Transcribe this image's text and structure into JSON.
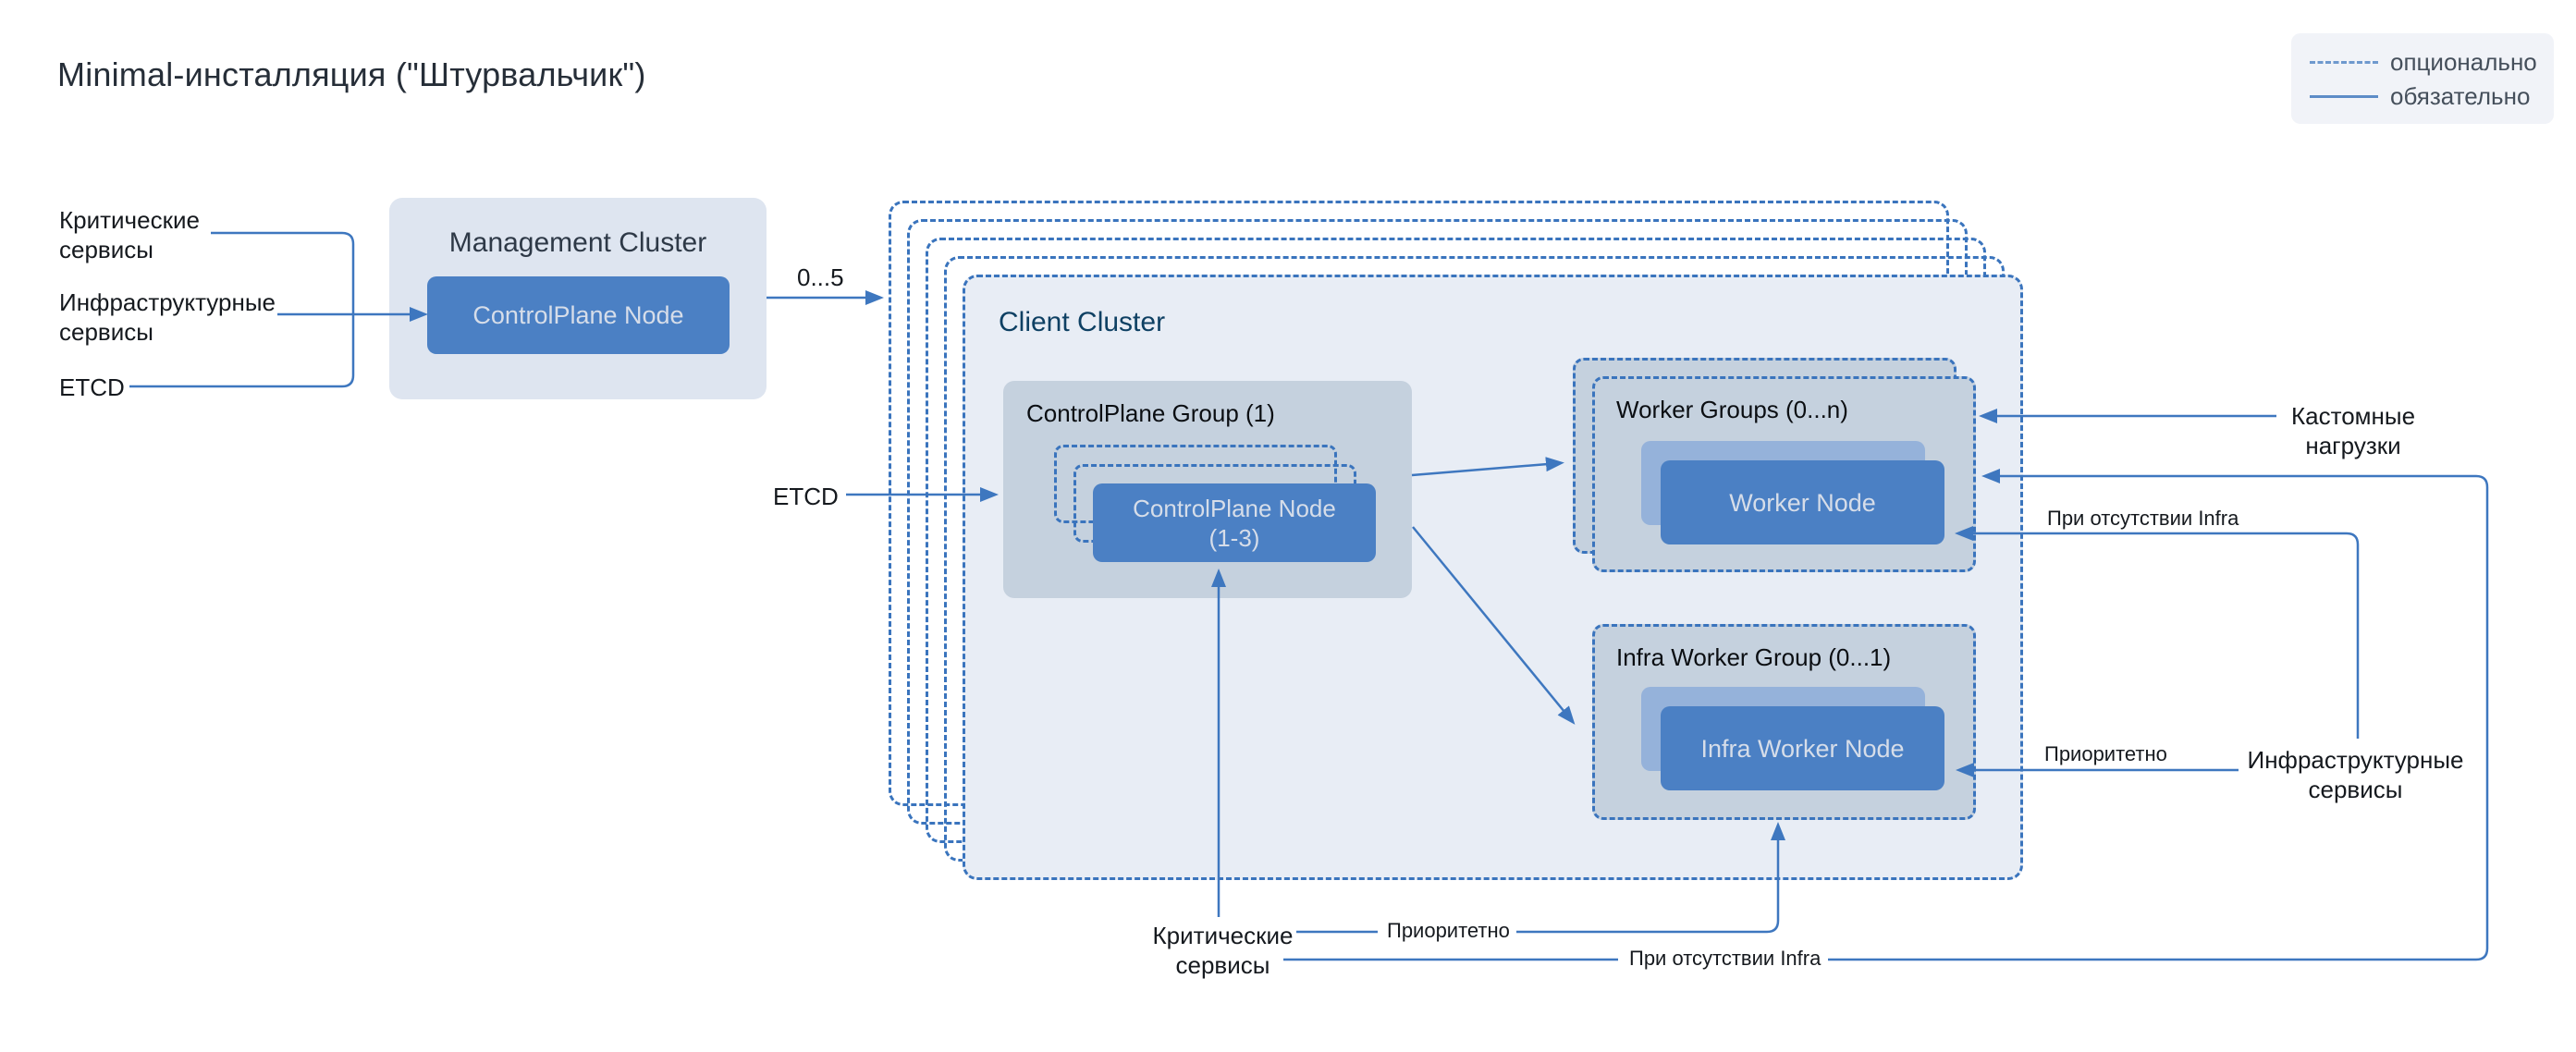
{
  "title": "Minimal-инсталляция (\"Штурвальчик\")",
  "legend": {
    "optional": "опционально",
    "required": "обязательно"
  },
  "management_cluster": {
    "title": "Management Cluster",
    "node": "ControlPlane Node"
  },
  "client_cluster": {
    "title": "Client Cluster",
    "controlplane_group": {
      "title": "ControlPlane Group (1)",
      "node_line1": "ControlPlane Node",
      "node_line2": "(1-3)"
    },
    "worker_groups": {
      "title": "Worker Groups (0...n)",
      "node": "Worker Node"
    },
    "infra_worker_group": {
      "title": "Infra Worker Group (0...1)",
      "node": "Infra Worker Node"
    }
  },
  "edge_labels": {
    "left_critical_line1": "Критические",
    "left_critical_line2": "сервисы",
    "left_infra_line1": "Инфраструктурные",
    "left_infra_line2": "сервисы",
    "left_etcd": "ETCD",
    "mgmt_to_client": "0...5",
    "client_etcd": "ETCD",
    "custom_loads_line1": "Кастомные",
    "custom_loads_line2": "нагрузки",
    "no_infra_right": "При отсутствии Infra",
    "right_infra_line1": "Инфраструктурные",
    "right_infra_line2": "сервисы",
    "priority_right": "Приоритетно",
    "bottom_critical_line1": "Критические",
    "bottom_critical_line2": "сервисы",
    "priority_bottom": "Приоритетно",
    "no_infra_bottom": "При отсутствии Infra"
  },
  "colors": {
    "line_blue": "#3e77bf",
    "dashed_border": "#3a74bd",
    "node_fill": "#4b80c4",
    "node_fill_light": "#95b2da",
    "group_fill": "#c5d1de",
    "client_fill": "#e8edf5",
    "management_fill": "#dee5f0",
    "legend_bg": "#f1f3f8",
    "client_title": "#0e4063",
    "text_dark": "#15191e"
  }
}
